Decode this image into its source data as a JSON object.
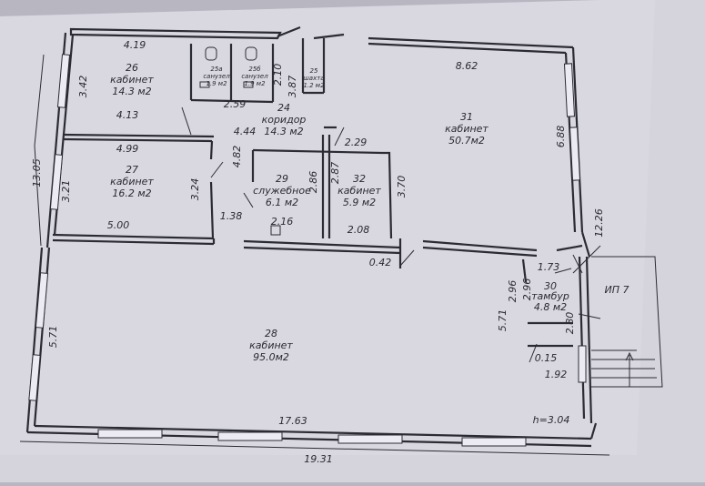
{
  "rooms": {
    "r26": {
      "number": "26",
      "name": "кабинет",
      "area": "14.3 м2"
    },
    "r25a": {
      "number": "25а",
      "name": "санузел",
      "area": "1.9 м2"
    },
    "r25b": {
      "number": "25б",
      "name": "санузел",
      "area": "1.9 м2"
    },
    "r25": {
      "number": "25",
      "name": "шахта",
      "area": "1.2 м2"
    },
    "r24": {
      "number": "24",
      "name": "коридор",
      "area": "14.3 м2"
    },
    "r31": {
      "number": "31",
      "name": "кабинет",
      "area": "50.7м2"
    },
    "r27": {
      "number": "27",
      "name": "кабинет",
      "area": "16.2 м2"
    },
    "r29": {
      "number": "29",
      "name": "служебное",
      "area": "6.1 м2"
    },
    "r32": {
      "number": "32",
      "name": "кабинет",
      "area": "5.9 м2"
    },
    "r28": {
      "number": "28",
      "name": "кабинет",
      "area": "95.0м2"
    },
    "r30": {
      "number": "30",
      "name": "тамбур",
      "area": "4.8 м2"
    }
  },
  "dimensions": {
    "d419": "4.19",
    "d342": "3.42",
    "d413": "4.13",
    "d259": "2.59",
    "d210": "2.10",
    "d387": "3.87",
    "d862": "8.62",
    "d444": "4.44",
    "d688": "6.88",
    "d1305": "13.05",
    "d499": "4.99",
    "d229": "2.29",
    "d482": "4.82",
    "d286": "2.86",
    "d287": "2.87",
    "d370": "3.70",
    "d321": "3.21",
    "d324": "3.24",
    "d1226": "12.26",
    "d138": "1.38",
    "d216": "2.16",
    "d500": "5.00",
    "d208": "2.08",
    "d042": "0.42",
    "d173": "1.73",
    "d296a": "2.96",
    "d296b": "2.96",
    "d571a": "5.71",
    "d571b": "5.71",
    "d280": "2.80",
    "d015": "0.15",
    "d192": "1.92",
    "d1763": "17.63",
    "d1931": "19.31"
  },
  "height_note": "h=3.04",
  "exit_label": "ИП 7"
}
